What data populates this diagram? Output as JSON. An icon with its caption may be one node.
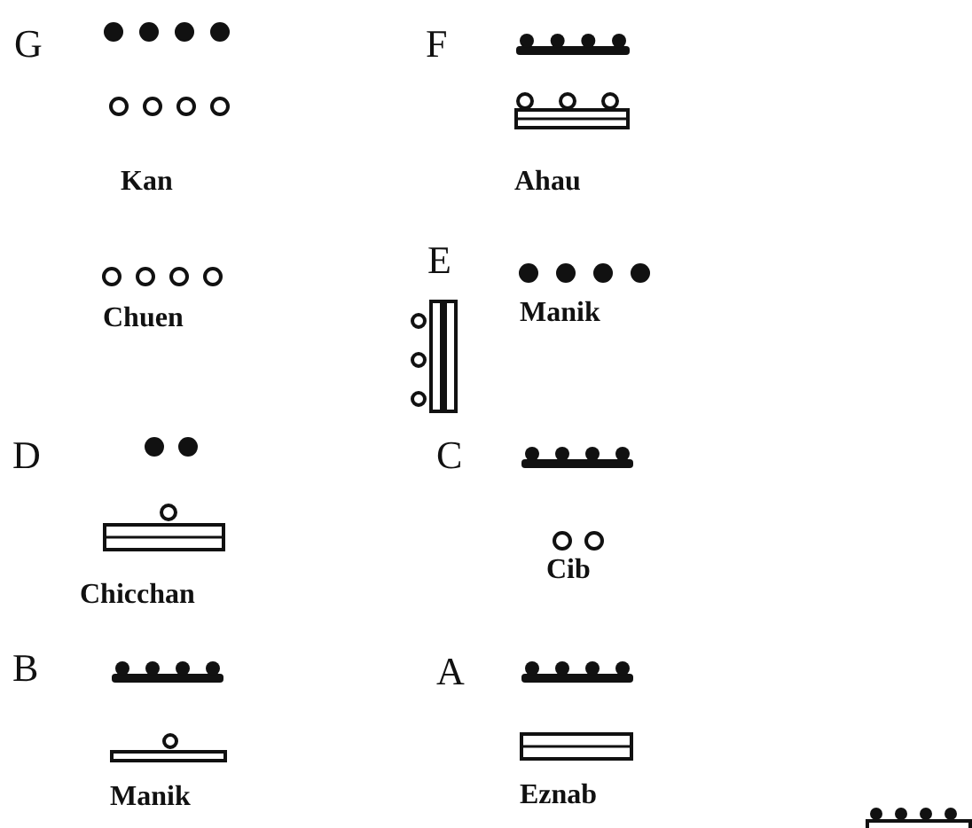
{
  "diagram": {
    "labels": [
      "G",
      "F",
      "Kan",
      "Ahau",
      "E",
      "Chuen",
      "Manik",
      "D",
      "C",
      "Chicchan",
      "Cib",
      "B",
      "A",
      "Manik",
      "Eznab"
    ]
  }
}
